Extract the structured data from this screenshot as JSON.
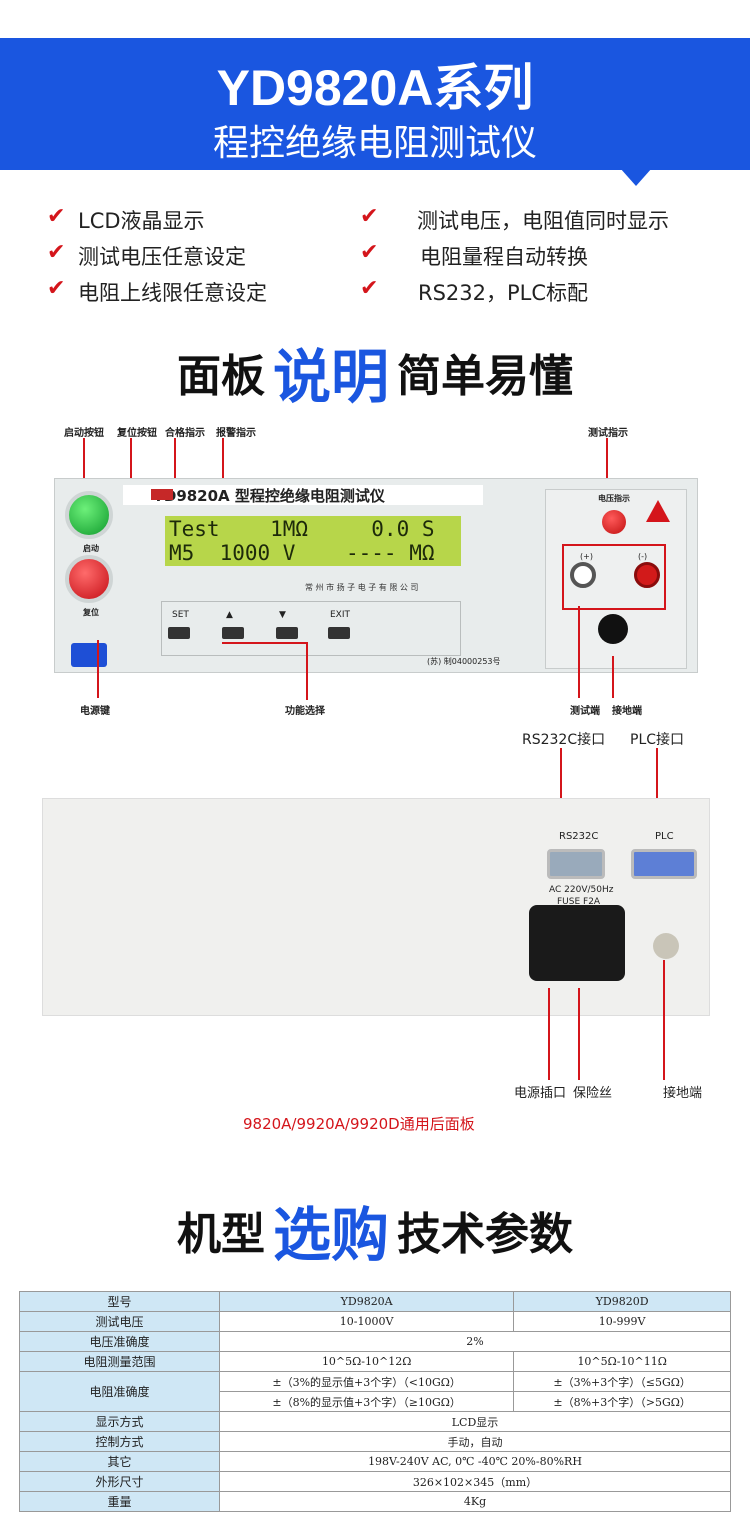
{
  "banner": {
    "title": "YD9820A系列",
    "subtitle": "程控绝缘电阻测试仪"
  },
  "features": [
    "LCD液晶显示",
    "测试电压任意设定",
    "电阻上线限任意设定",
    "测试电压，电阻值同时显示",
    "电阻量程自动转换",
    "RS232，PLC标配"
  ],
  "section1": {
    "a": "面板",
    "b": "说明",
    "c": "简单易懂"
  },
  "front_labels": {
    "start_btn": "启动按钮",
    "reset_btn": "复位按钮",
    "pass_ind": "合格指示",
    "alarm_ind": "报警指示",
    "test_ind": "测试指示",
    "start": "启动",
    "reset": "复位",
    "power_key": "电源键",
    "func_select": "功能选择",
    "test_port": "测试端",
    "ground_port": "接地端",
    "volt_ind": "电压指示",
    "plus": "(+)",
    "minus": "(-)"
  },
  "panel": {
    "brand": "YD9820A 型程控绝缘电阻测试仪",
    "lcd_line1": "Test    1MΩ     0.0 S",
    "lcd_line2": "M5  1000 V    ---- MΩ",
    "manufacturer": "常 州 市 扬 子 电 子 有 限 公 司",
    "keys": [
      "SET",
      "▲",
      "▼",
      "EXIT"
    ],
    "cert": "(苏) 制04000253号"
  },
  "back_labels": {
    "rs232": "RS232C接口",
    "plc": "PLC接口",
    "rs232_small": "RS232C",
    "plc_small": "PLC",
    "power_spec": "AC 220V/50Hz",
    "fuse_spec": "FUSE F2A",
    "power_socket": "电源插口",
    "fuse": "保险丝",
    "ground": "接地端",
    "caption": "9820A/9920A/9920D通用后面板"
  },
  "section2": {
    "a": "机型",
    "b": "选购",
    "c": "技术参数"
  },
  "spec_table": {
    "model": [
      "型号",
      "YD9820A",
      "YD9820D"
    ],
    "voltage": [
      "测试电压",
      "10-1000V",
      "10-999V"
    ],
    "volt_acc": [
      "电压准确度",
      "2%"
    ],
    "range": [
      "电阻测量范围",
      "10^5Ω-10^12Ω",
      "10^5Ω-10^11Ω"
    ],
    "res_acc": [
      "电阻准确度",
      "±（3%的显示值+3个字）（<10GΩ）",
      "±（8%的显示值+3个字）（≥10GΩ）",
      "±（3%+3个字）（≤5GΩ）",
      "±（8%+3个字）（>5GΩ）"
    ],
    "display": [
      "显示方式",
      "LCD显示"
    ],
    "control": [
      "控制方式",
      "手动，自动"
    ],
    "other": [
      "其它",
      "198V-240V AC, 0℃ -40℃ 20%-80%RH"
    ],
    "size": [
      "外形尺寸",
      "326×102×345（mm）"
    ],
    "weight": [
      "重量",
      "4Kg"
    ]
  },
  "colors": {
    "brand_blue": "#1a56e0",
    "check_red": "#d4151b",
    "lcd_green": "#b7d64a",
    "table_header": "#cfe7f5"
  }
}
